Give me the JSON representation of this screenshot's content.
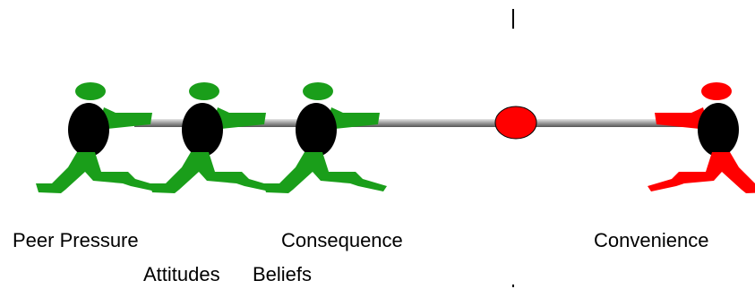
{
  "team_left": {
    "color": "#1a9e1a",
    "figures": 3
  },
  "team_right": {
    "color": "#ff0000",
    "figures": 1
  },
  "rope_marker_color": "#ff0000",
  "labels": {
    "peer_pressure": "Peer Pressure",
    "attitudes": "Attitudes",
    "beliefs": "Beliefs",
    "consequence": "Consequence",
    "convenience": "Convenience"
  }
}
